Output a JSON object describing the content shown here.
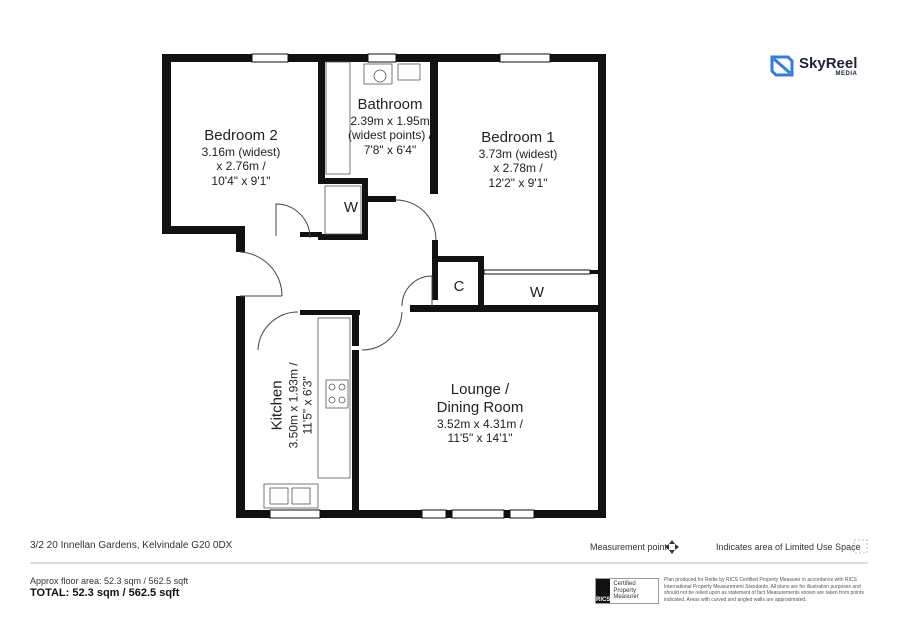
{
  "brand": {
    "name": "SkyReel",
    "sub": "MEDIA",
    "color": "#2f7de1"
  },
  "rooms": {
    "bedroom2": {
      "name": "Bedroom 2",
      "dims": [
        "3.16m (widest)",
        "x 2.76m /",
        "10'4\" x 9'1\""
      ]
    },
    "bathroom": {
      "name": "Bathroom",
      "dims": [
        "2.39m x 1.95m",
        "(widest points) /",
        "7'8\" x 6'4\""
      ]
    },
    "bedroom1": {
      "name": "Bedroom 1",
      "dims": [
        "3.73m (widest)",
        "x 2.78m /",
        "12'2\" x 9'1\""
      ]
    },
    "lounge": {
      "name": "Lounge /",
      "name2": "Dining Room",
      "dims": [
        "3.52m x 4.31m /",
        "11'5\" x 14'1\""
      ]
    },
    "kitchen": {
      "name": "Kitchen",
      "dims": [
        "3.50m x 1.93m /",
        "11'5\" x 6'3\""
      ]
    },
    "wardrobe1": "W",
    "wardrobe2": "W",
    "cupboard": "C"
  },
  "footer": {
    "address": "3/2 20 Innellan Gardens, Kelvindale G20 0DX",
    "measurement_point": "Measurement point",
    "limited_use": "Indicates area of  Limited Use Space",
    "approx_area": "Approx floor area: 52.3 sqm / 562.5 sqft",
    "total": "TOTAL: 52.3 sqm / 562.5 sqft",
    "rics_badge": "RICS",
    "rics_text": "Certified Property Measurer",
    "disclaimer": "Plan produced for Rettie by RICS Certified Property Measurer in accordance with RICS International Property Measurement Standards. All plans are for illustration purposes and should not be relied upon as statement of fact Measurements shown are taken from points indicated. Areas with curved and angled walls are approximated."
  }
}
